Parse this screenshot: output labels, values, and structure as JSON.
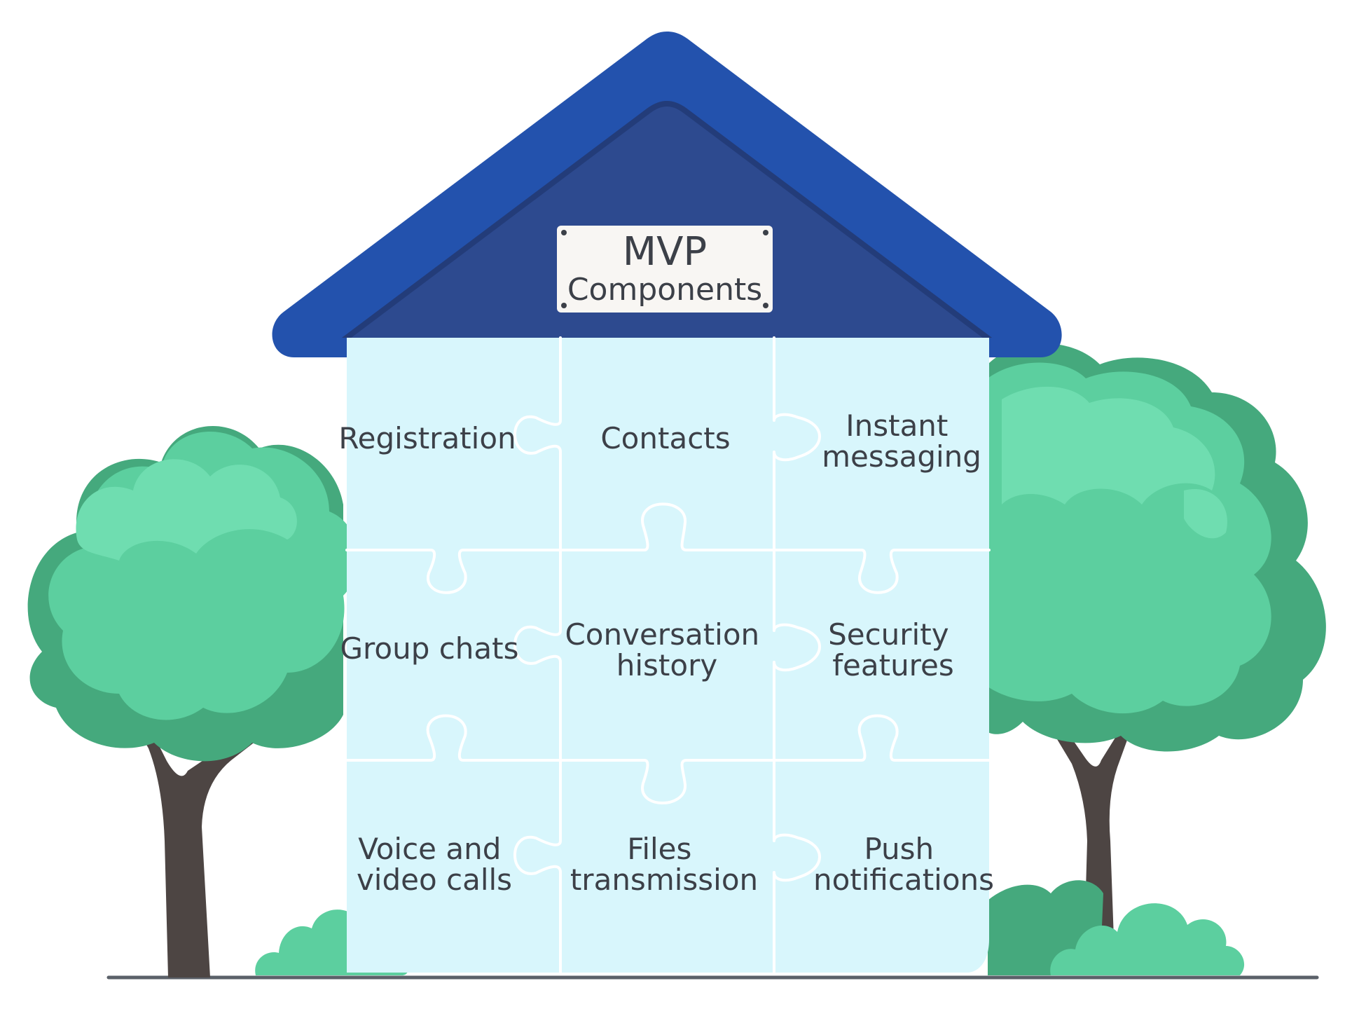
{
  "sign": {
    "line1": "MVP",
    "line2": "Components"
  },
  "pieces": [
    {
      "lines": [
        "Registration"
      ]
    },
    {
      "lines": [
        "Contacts"
      ]
    },
    {
      "lines": [
        "Instant",
        "messaging"
      ]
    },
    {
      "lines": [
        "Group chats"
      ]
    },
    {
      "lines": [
        "Conversation",
        "history"
      ]
    },
    {
      "lines": [
        "Security",
        "features"
      ]
    },
    {
      "lines": [
        "Voice and",
        "video calls"
      ]
    },
    {
      "lines": [
        "Files",
        "transmission"
      ]
    },
    {
      "lines": [
        "Push",
        "notifications"
      ]
    }
  ],
  "colors": {
    "roof_outer": "#2352ad",
    "roof_inner": "#2d4a8f",
    "sign_bg": "#f8f6f3",
    "puzzle_fill": "#d8f6fc",
    "puzzle_lines": "#ffffff",
    "tree_light": "#6fddb0",
    "tree_mid": "#5ccf9f",
    "tree_dark": "#45a97d",
    "trunk": "#4d4543",
    "ground": "#5b6169"
  },
  "icons": {
    "left_tree": "tree-icon",
    "right_tree": "tree-icon",
    "bushes": "bush-icon"
  }
}
